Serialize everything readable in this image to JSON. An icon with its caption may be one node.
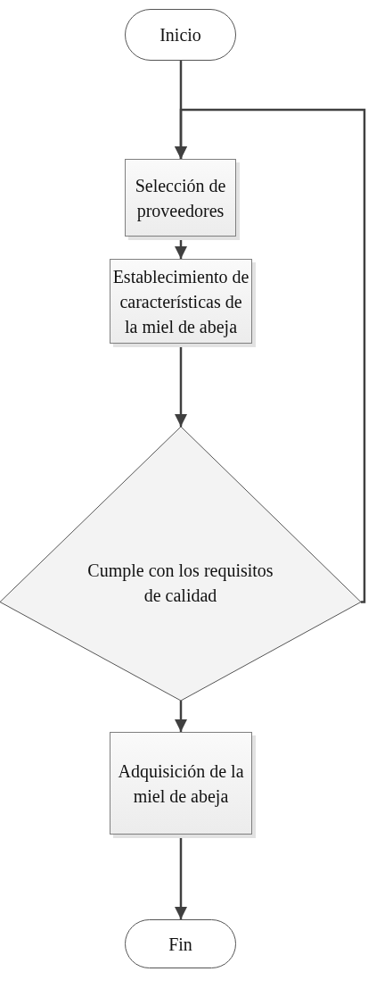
{
  "diagram": {
    "nodes": [
      {
        "text": [
          "Inicio"
        ]
      },
      {
        "text": [
          "Selección de proveedores"
        ]
      },
      {
        "text": [
          "Establecimiento de características de la miel de abeja"
        ]
      },
      {
        "text": [
          "Cumple con los requisitos de calidad"
        ]
      },
      {
        "text": [
          "Adquisición de la miel de abeja"
        ]
      },
      {
        "text": [
          "Fin"
        ]
      }
    ],
    "edges": [
      {
        "from": 0,
        "to": 1,
        "arrow": "to"
      },
      {
        "from": 1,
        "to": 2,
        "arrow": "to"
      },
      {
        "from": 2,
        "to": 3,
        "arrow": "to"
      },
      {
        "from": 3,
        "to": 4,
        "arrow": "to"
      },
      {
        "from": 4,
        "to": 5,
        "arrow": "to"
      },
      {
        "from": 3,
        "to": 1,
        "arrow": "to"
      }
    ]
  }
}
